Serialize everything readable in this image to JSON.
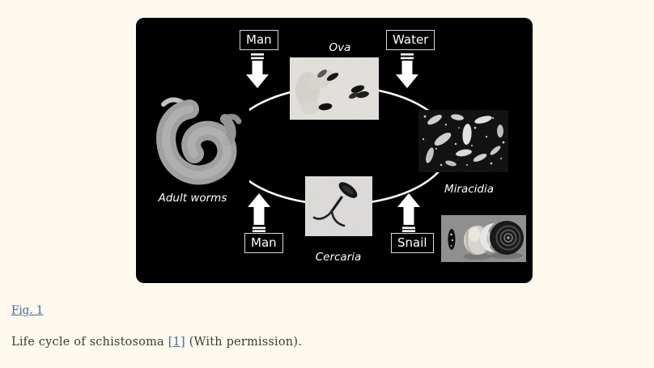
{
  "figure": {
    "flow_boxes": {
      "man_top": "Man",
      "water": "Water",
      "man_bottom": "Man",
      "snail": "Snail"
    },
    "stage_labels": {
      "ova": "Ova",
      "adult_worms": "Adult worms",
      "miracidia": "Miracidia",
      "cercaria": "Cercaria"
    },
    "images": [
      "adult-worms-micrograph",
      "ova-micrograph",
      "miracidia-micrograph",
      "cercaria-micrograph",
      "snail-shells-photo"
    ],
    "icons": [
      "down-block-arrow",
      "down-block-arrow",
      "up-block-arrow",
      "up-block-arrow",
      "life-cycle-ellipse"
    ]
  },
  "caption": {
    "fig_link": "Fig. 1",
    "text_before": "Life cycle of schistosoma ",
    "ref_link": "[1]",
    "text_after": " (With permission)."
  },
  "colors": {
    "page_bg": "#FDF9EC",
    "figure_bg": "#000000",
    "ring": "#FFFFFF",
    "box_border": "#D8D8D8",
    "label_text": "#FFFFFF",
    "caption_text": "#3C3C3C",
    "link": "#44699E"
  }
}
